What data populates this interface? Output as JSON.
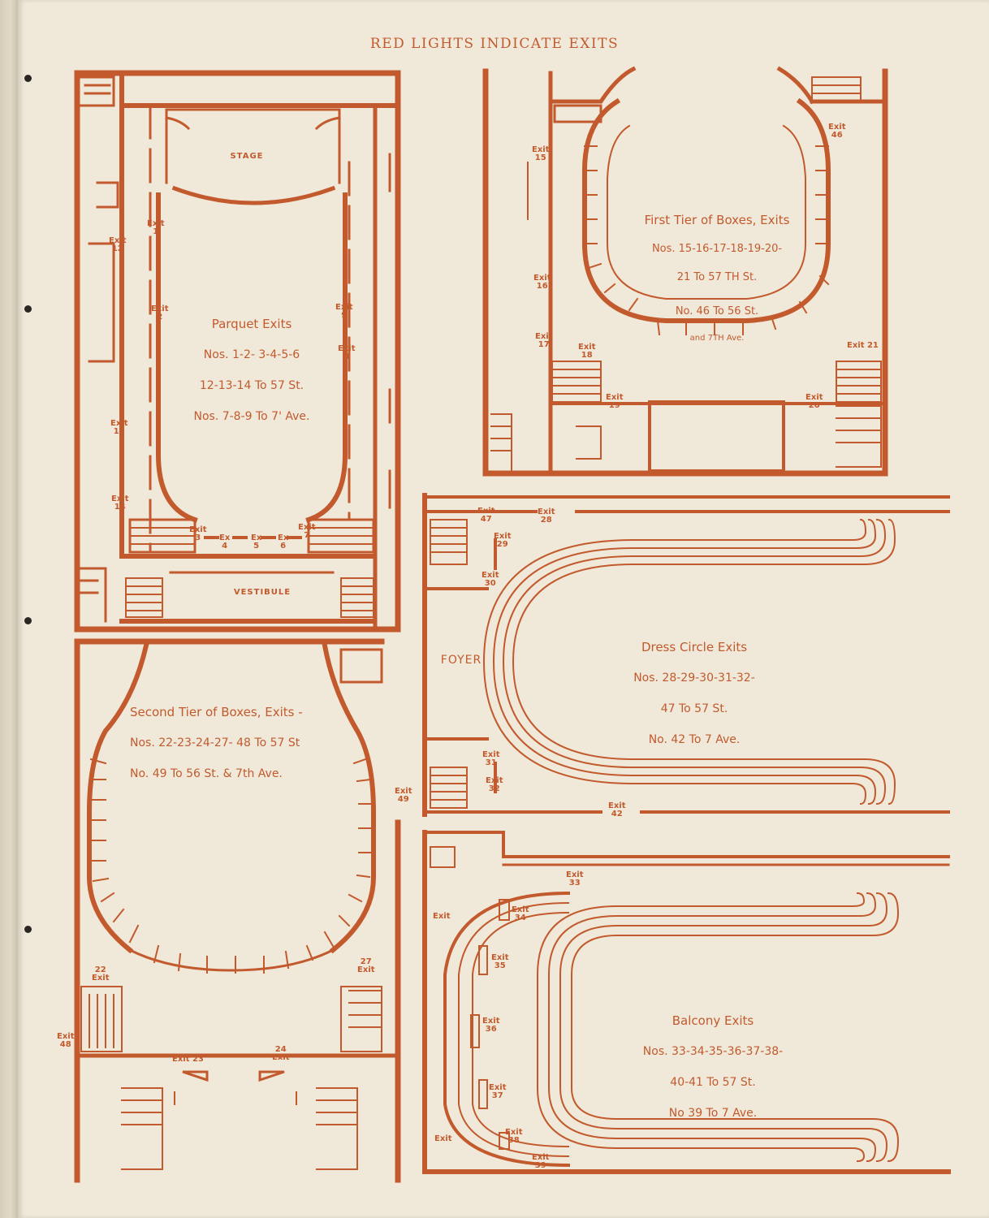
{
  "header": "RED LIGHTS INDICATE EXITS",
  "palette": {
    "ink": "#c25a2e",
    "paper": "#f0e9d9",
    "binding": "#d6cdbb"
  },
  "parquet": {
    "stage": "STAGE",
    "vestibule": "VESTIBULE",
    "title": "Parquet Exits",
    "line1": "Nos. 1-2- 3-4-5-6",
    "line2": "12-13-14 To 57 St.",
    "line3": "Nos. 7-8-9  To 7' Ave.",
    "exits": [
      "Exit\n1",
      "Exit\n2",
      "Exit\n12",
      "Exit\n13",
      "Exit\n14",
      "Exit\n3",
      "Ex\n4",
      "Ex\n5",
      "Ex\n6",
      "Exit\n7",
      "Exit\n8",
      "Exit\n9"
    ]
  },
  "first_tier": {
    "title": "First Tier of Boxes, Exits",
    "line1": "Nos. 15-16-17-18-19-20-",
    "line2": "21 To 57 TH St.",
    "line3": "No.  46 To 56 St.",
    "line4": "and 7TH Ave.",
    "exits": [
      "Exit\n15",
      "Exit\n16",
      "Exit\n17",
      "Exit\n18",
      "Exit\n19",
      "Exit\n20",
      "Exit 21",
      "Exit\n46"
    ]
  },
  "dress_circle": {
    "foyer": "FOYER",
    "title": "Dress Circle Exits",
    "line1": "Nos. 28-29-30-31-32-",
    "line2": "47 To 57 St.",
    "line3": "No. 42 To  7 Ave.",
    "exits": [
      "Exit\n47",
      "Exit\n28",
      "Exit\n29",
      "Exit\n30",
      "Exit\n31",
      "Exit\n32",
      "Exit\n42"
    ]
  },
  "second_tier": {
    "title": "Second Tier of Boxes, Exits -",
    "line1": "Nos. 22-23-24-27- 48 To 57 St",
    "line2": "No.  49 To 56 St. & 7th Ave.",
    "exits": [
      "Exit\n49",
      "22\nExit",
      "27\nExit",
      "Exit\n48",
      "Exit 23",
      "24\nExit"
    ]
  },
  "balcony": {
    "title": "Balcony Exits",
    "line1": "Nos. 33-34-35-36-37-38-",
    "line2": "40-41 To 57 St.",
    "line3": "No 39  To 7 Ave.",
    "exits": [
      "Exit\n33",
      "Exit\n34",
      "Exit\n35",
      "Exit\n36",
      "Exit\n37",
      "Exit\n38",
      "Exit\n39",
      "Exit",
      "Exit"
    ]
  }
}
